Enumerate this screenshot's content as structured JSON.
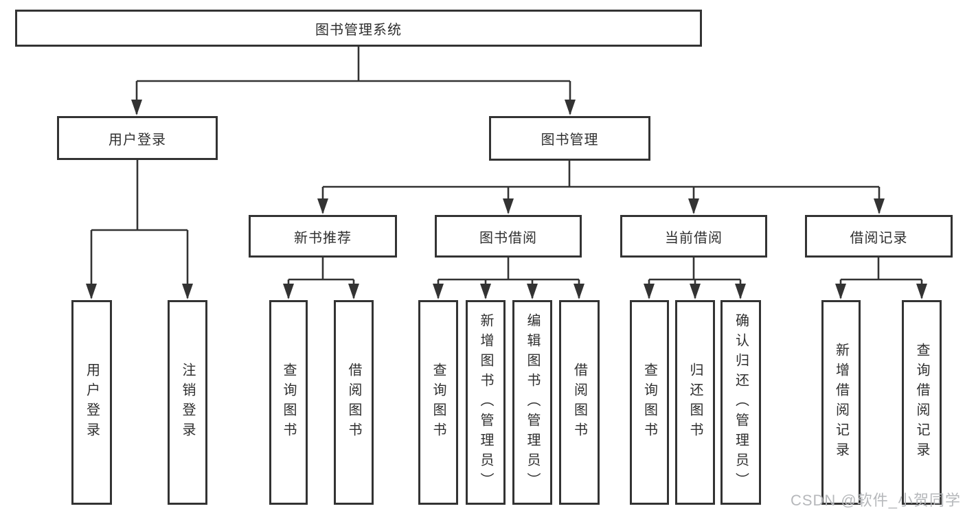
{
  "tree": {
    "root": "图书管理系统",
    "user_login": {
      "label": "用户登录",
      "children": [
        "用户登录",
        "注销登录"
      ]
    },
    "book_management": {
      "label": "图书管理",
      "modules": [
        {
          "label": "新书推荐",
          "children": [
            "查询图书",
            "借阅图书"
          ]
        },
        {
          "label": "图书借阅",
          "children": [
            "查询图书",
            "新增图书（管理员）",
            "编辑图书（管理员）",
            "借阅图书"
          ]
        },
        {
          "label": "当前借阅",
          "children": [
            "查询图书",
            "归还图书",
            "确认归还（管理员）"
          ]
        },
        {
          "label": "借阅记录",
          "children": [
            "新增借阅记录",
            "查询借阅记录"
          ]
        }
      ]
    }
  },
  "watermark": {
    "text": "CSDN @软件_小贺同学"
  },
  "colors": {
    "line": "#333333",
    "text": "#2f2f2f",
    "watermark": "#b6b8bb",
    "background": "#ffffff"
  }
}
